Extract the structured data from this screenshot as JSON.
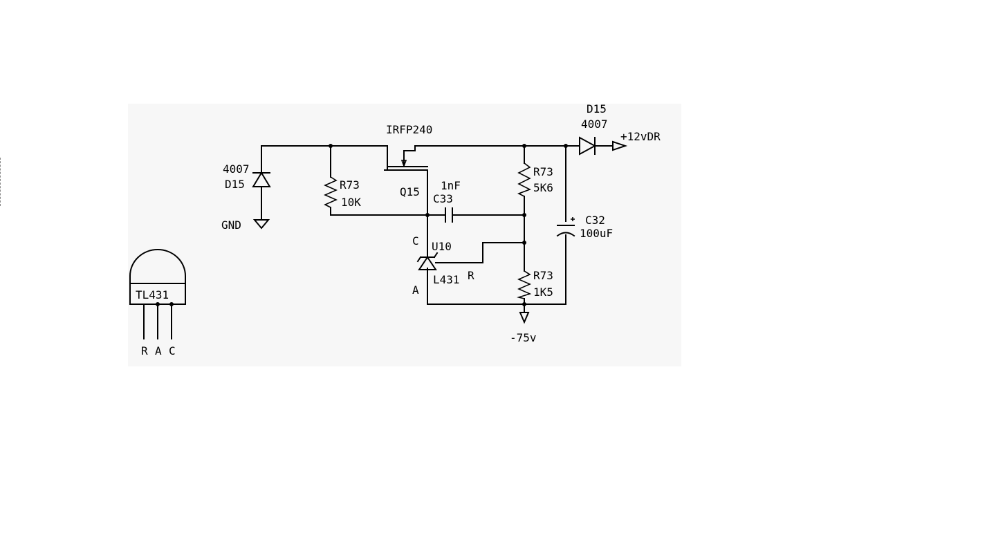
{
  "colors": {
    "background": "#ffffff",
    "panel": "#f7f7f7",
    "ink": "#000000"
  },
  "labels": {
    "d15_left_part": "4007",
    "d15_left_ref": "D15",
    "gnd": "GND",
    "r_top_left_ref": "R73",
    "r_top_left_val": "10K",
    "mosfet_part": "IRFP240",
    "mosfet_ref": "Q15",
    "cap_small_val": "1nF",
    "cap_small_ref": "C33",
    "r_right_top_ref": "R73",
    "r_right_top_val": "5K6",
    "d15_right_ref": "D15",
    "d15_right_part": "4007",
    "out_rail": "+12vDR",
    "cap_big_ref": "C32",
    "cap_big_val": "100uF",
    "pin_c": "C",
    "pin_a": "A",
    "pin_r": "R",
    "u10_ref": "U10",
    "u10_part": "L431",
    "r_right_bot_ref": "R73",
    "r_right_bot_val": "1K5",
    "neg_rail": "-75v",
    "pkg_name": "TL431",
    "pkg_pin_r": "R",
    "pkg_pin_a": "A",
    "pkg_pin_c": "C"
  }
}
